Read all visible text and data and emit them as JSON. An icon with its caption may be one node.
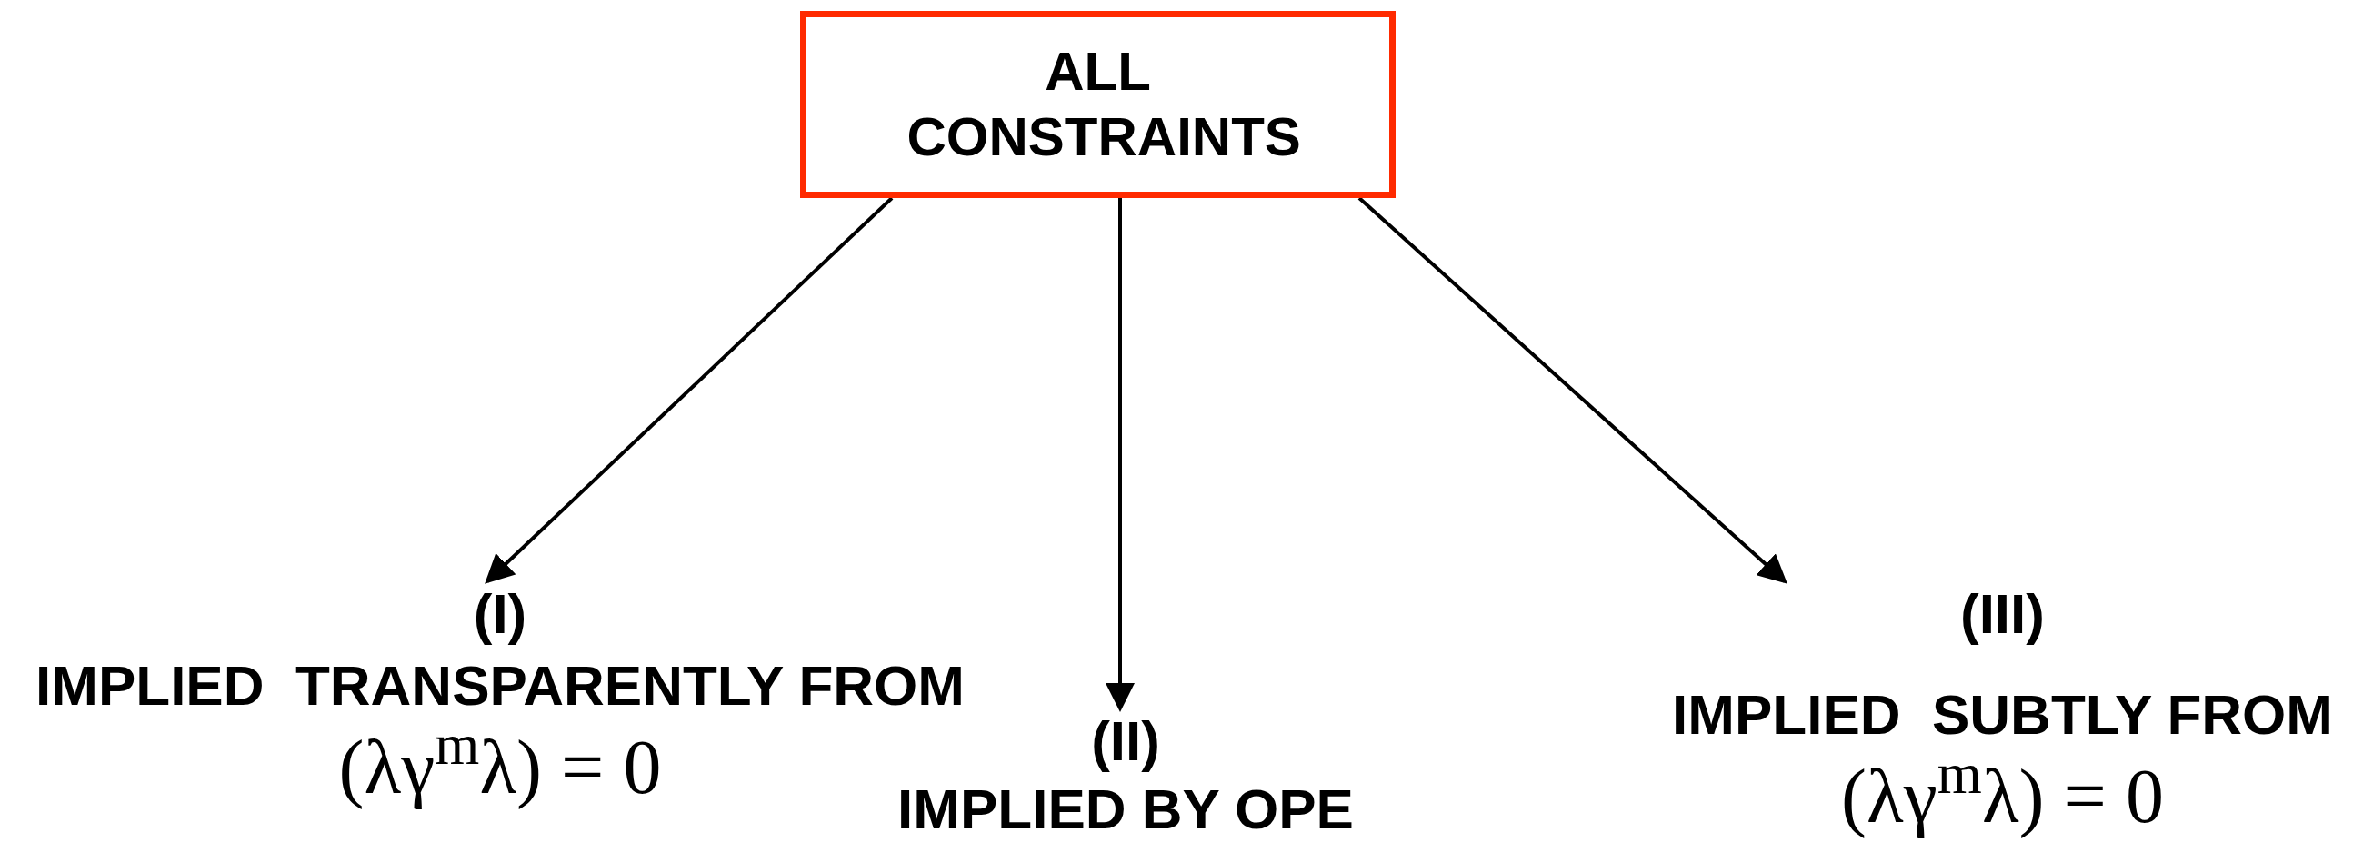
{
  "diagram": {
    "nodes": [
      {
        "text": [
          "ALL CONSTRAINTS"
        ]
      },
      {
        "text": [
          "(I)",
          "IMPLIED  TRANSPARENTLY FROM",
          "(λγ$^{m}$λ) = 0"
        ]
      },
      {
        "text": [
          "(II)",
          "IMPLIED BY OPE"
        ]
      },
      {
        "text": [
          "(III)",
          "IMPLIED  SUBTLY FROM",
          "(λγ$^{m}$λ) = 0"
        ]
      }
    ],
    "edges": [
      {
        "from": 0,
        "to": 1,
        "arrow": "to"
      },
      {
        "from": 0,
        "to": 2,
        "arrow": "to"
      },
      {
        "from": 0,
        "to": 3,
        "arrow": "to"
      }
    ]
  }
}
